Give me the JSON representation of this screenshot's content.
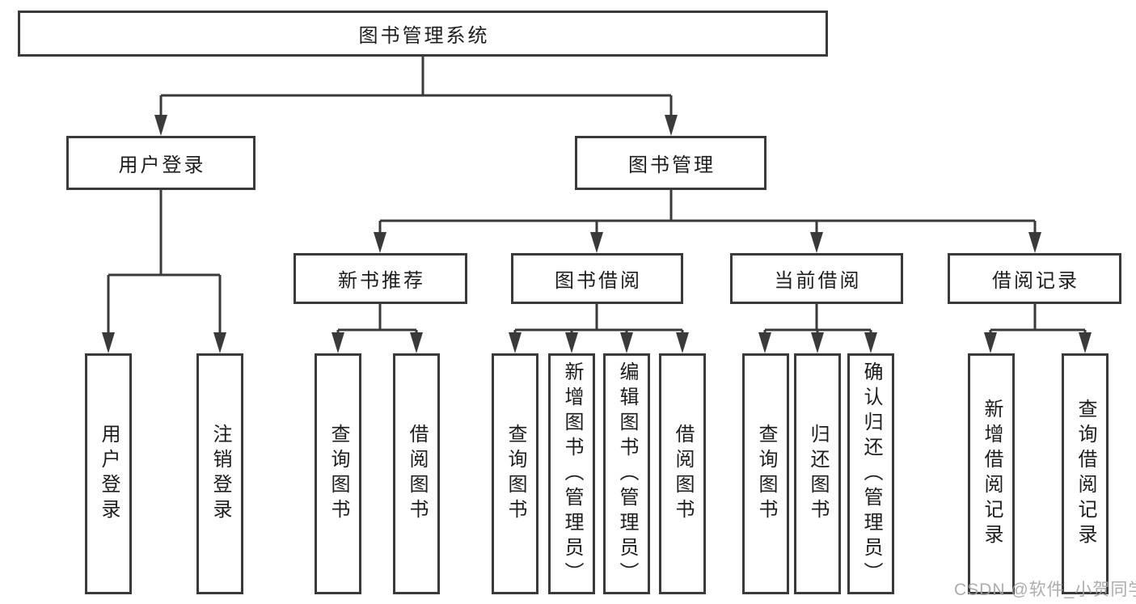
{
  "diagram": {
    "title": "图书管理系统",
    "branches": {
      "user_login": {
        "label": "用户登录",
        "children": [
          "用户登录",
          "注销登录"
        ]
      },
      "book_management": {
        "label": "图书管理",
        "children": {
          "new_books": {
            "label": "新书推荐",
            "children": [
              "查询图书",
              "借阅图书"
            ]
          },
          "book_borrow": {
            "label": "图书借阅",
            "children": [
              "查询图书",
              "新增图书（管理员）",
              "编辑图书（管理员）",
              "借阅图书"
            ]
          },
          "current_borrow": {
            "label": "当前借阅",
            "children": [
              "查询图书",
              "归还图书",
              "确认归还（管理员）"
            ]
          },
          "borrow_records": {
            "label": "借阅记录",
            "children": [
              "新增借阅记录",
              "查询借阅记录"
            ]
          }
        }
      }
    }
  },
  "watermark": "CSDN @软件_小贺同学",
  "colors": {
    "line": "#3a3a3a",
    "box_border": "#3a3a3a",
    "text": "#1d1d1d",
    "watermark": "#a5a3a3",
    "background": "#ffffff"
  }
}
